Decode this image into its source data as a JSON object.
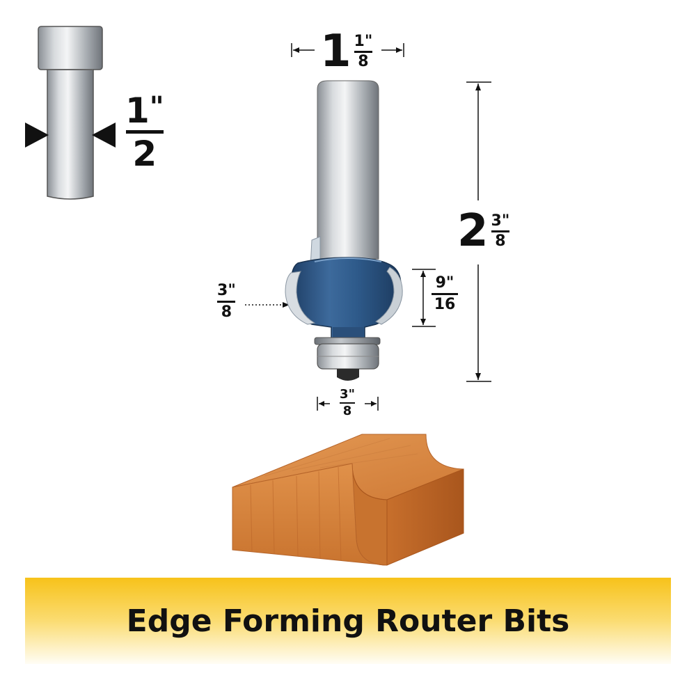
{
  "shank_diameter": {
    "whole": "1",
    "inch_mark": "\"",
    "denominator": "2"
  },
  "cutting_diameter": {
    "whole": "1",
    "numerator": "1",
    "inch_mark": "\"",
    "denominator": "8"
  },
  "overall_length": {
    "whole": "2",
    "numerator": "3",
    "inch_mark": "\"",
    "denominator": "8"
  },
  "cutting_length": {
    "numerator": "9",
    "inch_mark": "\"",
    "denominator": "16"
  },
  "radius": {
    "numerator": "3",
    "inch_mark": "\"",
    "denominator": "8"
  },
  "bearing_diameter": {
    "numerator": "3",
    "inch_mark": "\"",
    "denominator": "8"
  },
  "banner": {
    "title": "Edge Forming Router Bits"
  },
  "colors": {
    "banner_top": "#f7c21a",
    "cutter_blue": "#2e5a8a",
    "wood": "#d98a45"
  },
  "icons": [
    "shank-diagram",
    "router-bit",
    "wood-block"
  ]
}
